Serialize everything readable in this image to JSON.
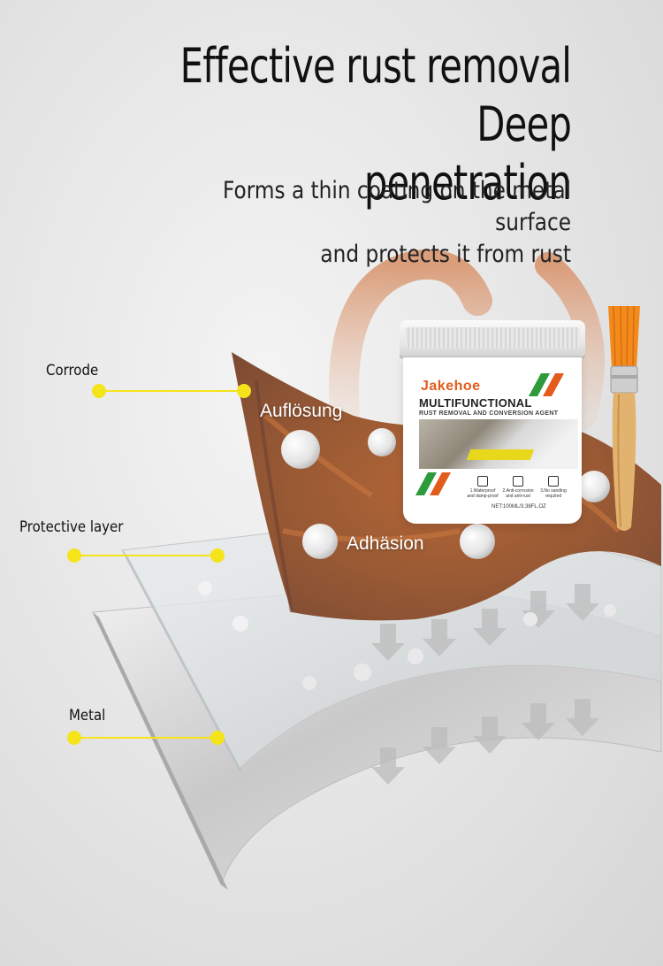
{
  "headline": {
    "line1": "Effective rust removal Deep",
    "line2": "penetration"
  },
  "subheadline": {
    "line1": "Forms a thin coating on the metal surface",
    "line2": "and protects it from rust"
  },
  "callouts": {
    "corrode": "Corrode",
    "protective_layer": "Protective layer",
    "metal": "Metal"
  },
  "process_labels": {
    "dissolution": "Auflösung",
    "adhesion": "Adhäsion"
  },
  "product": {
    "brand": "Jakehoe",
    "name": "MULTIFUNCTIONAL",
    "subtitle": "RUST REMOVAL AND CONVERSION AGENT",
    "features": [
      {
        "line1": "1.Waterproof",
        "line2": "and damp-proof"
      },
      {
        "line1": "2.Anti-corrosion",
        "line2": "and anti-rust"
      },
      {
        "line1": "3.No sanding",
        "line2": "required"
      }
    ],
    "net_content": "NET:100ML/3.38FL.OZ"
  },
  "colors": {
    "callout_dot": "#f5e41a",
    "brand_orange": "#e25c1b",
    "stripe_green": "#2d9a3c",
    "rust": "#a65a2e"
  }
}
